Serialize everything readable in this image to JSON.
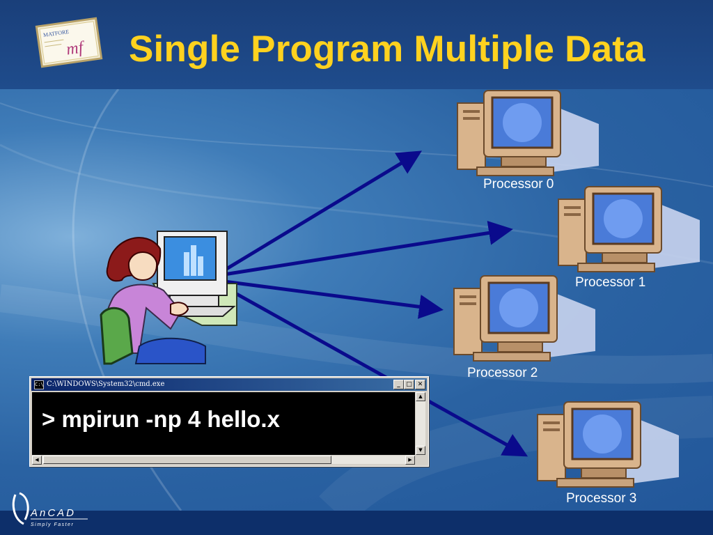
{
  "slide": {
    "title": "Single Program Multiple Data"
  },
  "processors": [
    {
      "label": "Processor 0"
    },
    {
      "label": "Processor 1"
    },
    {
      "label": "Processor 2"
    },
    {
      "label": "Processor 3"
    }
  ],
  "terminal": {
    "window_title": "C:\\WINDOWS\\System32\\cmd.exe",
    "icon_text": "C:\\",
    "command": "> mpirun -np 4 hello.x",
    "buttons": {
      "minimize": "_",
      "maximize": "□",
      "close": "✕"
    }
  },
  "logos": {
    "top_left_text": "MATFORE",
    "top_left_glyph": "mf",
    "bottom_brand": "AnCAD",
    "bottom_tagline": "Simply Faster"
  },
  "colors": {
    "title": "#ffd21f",
    "arrow": "#0a0a8c",
    "background": "#2a62a2",
    "header": "#1a3f7a",
    "footer": "#0d2f6a"
  }
}
